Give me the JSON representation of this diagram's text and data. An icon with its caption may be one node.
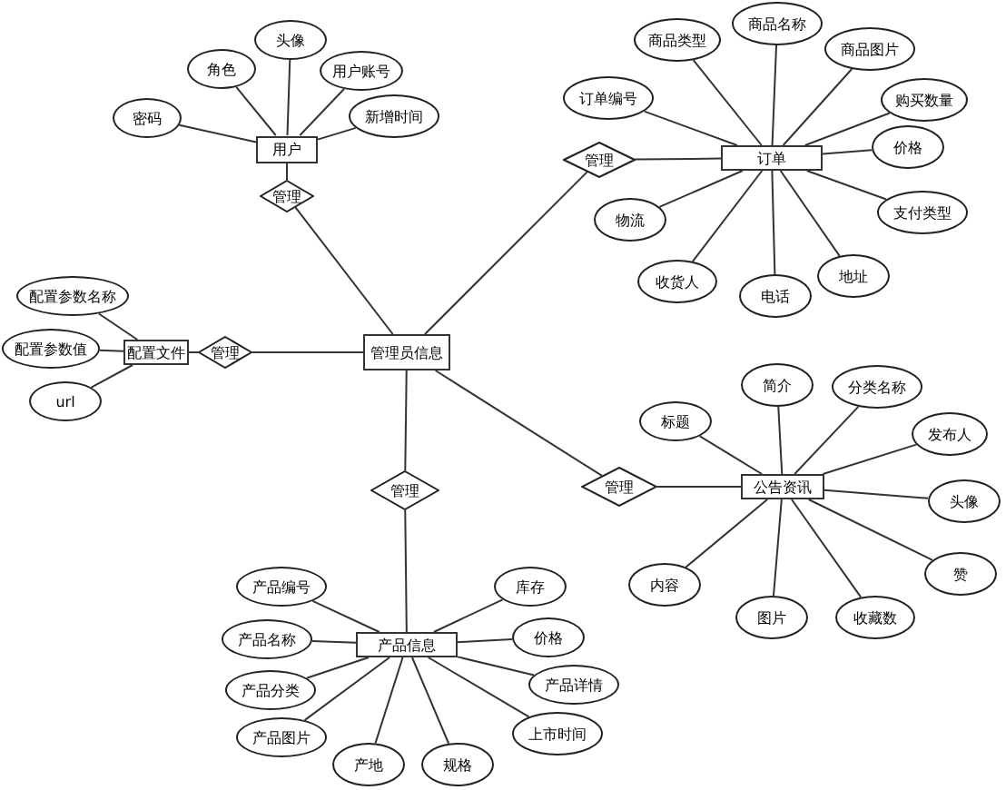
{
  "diagram": {
    "nodes": [
      {
        "text": [
          "用户"
        ]
      },
      {
        "text": [
          "密码"
        ]
      },
      {
        "text": [
          "角色"
        ]
      },
      {
        "text": [
          "头像"
        ]
      },
      {
        "text": [
          "用户账号"
        ]
      },
      {
        "text": [
          "新增时间"
        ]
      },
      {
        "text": [
          "管理"
        ]
      },
      {
        "text": [
          "管理员信息"
        ]
      },
      {
        "text": [
          "配置文件"
        ]
      },
      {
        "text": [
          "配置参数名称"
        ]
      },
      {
        "text": [
          "配置参数值"
        ]
      },
      {
        "text": [
          "url"
        ]
      },
      {
        "text": [
          "管理"
        ]
      },
      {
        "text": [
          "订单"
        ]
      },
      {
        "text": [
          "订单编号"
        ]
      },
      {
        "text": [
          "商品类型"
        ]
      },
      {
        "text": [
          "商品名称"
        ]
      },
      {
        "text": [
          "商品图片"
        ]
      },
      {
        "text": [
          "购买数量"
        ]
      },
      {
        "text": [
          "价格"
        ]
      },
      {
        "text": [
          "支付类型"
        ]
      },
      {
        "text": [
          "地址"
        ]
      },
      {
        "text": [
          "电话"
        ]
      },
      {
        "text": [
          "收货人"
        ]
      },
      {
        "text": [
          "物流"
        ]
      },
      {
        "text": [
          "管理"
        ]
      },
      {
        "text": [
          "公告资讯"
        ]
      },
      {
        "text": [
          "标题"
        ]
      },
      {
        "text": [
          "简介"
        ]
      },
      {
        "text": [
          "分类名称"
        ]
      },
      {
        "text": [
          "发布人"
        ]
      },
      {
        "text": [
          "头像"
        ]
      },
      {
        "text": [
          "赞"
        ]
      },
      {
        "text": [
          "收藏数"
        ]
      },
      {
        "text": [
          "图片"
        ]
      },
      {
        "text": [
          "内容"
        ]
      },
      {
        "text": [
          "管理"
        ]
      },
      {
        "text": [
          "产品信息"
        ]
      },
      {
        "text": [
          "产品编号"
        ]
      },
      {
        "text": [
          "产品名称"
        ]
      },
      {
        "text": [
          "产品分类"
        ]
      },
      {
        "text": [
          "产品图片"
        ]
      },
      {
        "text": [
          "产地"
        ]
      },
      {
        "text": [
          "规格"
        ]
      },
      {
        "text": [
          "上市时间"
        ]
      },
      {
        "text": [
          "产品详情"
        ]
      },
      {
        "text": [
          "价格"
        ]
      },
      {
        "text": [
          "库存"
        ]
      },
      {
        "text": [
          "管理"
        ]
      }
    ],
    "edges": [
      {
        "from": 1,
        "to": 0,
        "arrow": "none"
      },
      {
        "from": 2,
        "to": 0,
        "arrow": "none"
      },
      {
        "from": 3,
        "to": 0,
        "arrow": "none"
      },
      {
        "from": 4,
        "to": 0,
        "arrow": "none"
      },
      {
        "from": 5,
        "to": 0,
        "arrow": "none"
      },
      {
        "from": 0,
        "to": 6,
        "arrow": "none"
      },
      {
        "from": 6,
        "to": 7,
        "arrow": "none"
      },
      {
        "from": 9,
        "to": 8,
        "arrow": "none"
      },
      {
        "from": 10,
        "to": 8,
        "arrow": "none"
      },
      {
        "from": 11,
        "to": 8,
        "arrow": "none"
      },
      {
        "from": 8,
        "to": 12,
        "arrow": "none"
      },
      {
        "from": 12,
        "to": 7,
        "arrow": "none"
      },
      {
        "from": 14,
        "to": 13,
        "arrow": "none"
      },
      {
        "from": 15,
        "to": 13,
        "arrow": "none"
      },
      {
        "from": 16,
        "to": 13,
        "arrow": "none"
      },
      {
        "from": 17,
        "to": 13,
        "arrow": "none"
      },
      {
        "from": 18,
        "to": 13,
        "arrow": "none"
      },
      {
        "from": 19,
        "to": 13,
        "arrow": "none"
      },
      {
        "from": 20,
        "to": 13,
        "arrow": "none"
      },
      {
        "from": 21,
        "to": 13,
        "arrow": "none"
      },
      {
        "from": 22,
        "to": 13,
        "arrow": "none"
      },
      {
        "from": 23,
        "to": 13,
        "arrow": "none"
      },
      {
        "from": 24,
        "to": 13,
        "arrow": "none"
      },
      {
        "from": 13,
        "to": 25,
        "arrow": "none"
      },
      {
        "from": 25,
        "to": 7,
        "arrow": "none"
      },
      {
        "from": 27,
        "to": 26,
        "arrow": "none"
      },
      {
        "from": 28,
        "to": 26,
        "arrow": "none"
      },
      {
        "from": 29,
        "to": 26,
        "arrow": "none"
      },
      {
        "from": 30,
        "to": 26,
        "arrow": "none"
      },
      {
        "from": 31,
        "to": 26,
        "arrow": "none"
      },
      {
        "from": 32,
        "to": 26,
        "arrow": "none"
      },
      {
        "from": 33,
        "to": 26,
        "arrow": "none"
      },
      {
        "from": 34,
        "to": 26,
        "arrow": "none"
      },
      {
        "from": 35,
        "to": 26,
        "arrow": "none"
      },
      {
        "from": 26,
        "to": 36,
        "arrow": "none"
      },
      {
        "from": 36,
        "to": 7,
        "arrow": "none"
      },
      {
        "from": 38,
        "to": 37,
        "arrow": "none"
      },
      {
        "from": 39,
        "to": 37,
        "arrow": "none"
      },
      {
        "from": 40,
        "to": 37,
        "arrow": "none"
      },
      {
        "from": 41,
        "to": 37,
        "arrow": "none"
      },
      {
        "from": 42,
        "to": 37,
        "arrow": "none"
      },
      {
        "from": 43,
        "to": 37,
        "arrow": "none"
      },
      {
        "from": 44,
        "to": 37,
        "arrow": "none"
      },
      {
        "from": 45,
        "to": 37,
        "arrow": "none"
      },
      {
        "from": 46,
        "to": 37,
        "arrow": "none"
      },
      {
        "from": 47,
        "to": 37,
        "arrow": "none"
      },
      {
        "from": 37,
        "to": 48,
        "arrow": "none"
      },
      {
        "from": 48,
        "to": 7,
        "arrow": "none"
      }
    ]
  }
}
